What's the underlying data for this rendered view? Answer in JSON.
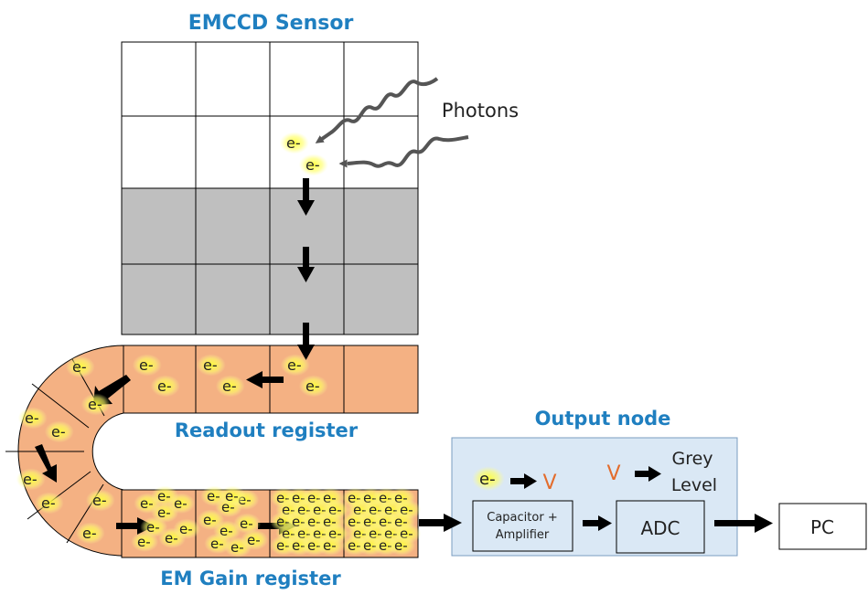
{
  "titles": {
    "sensor": "EMCCD Sensor",
    "readout": "Readout register",
    "gain": "EM Gain register",
    "output": "Output node"
  },
  "labels": {
    "photons": "Photons",
    "capacitor_line1": "Capacitor +",
    "capacitor_line2": "Amplifier",
    "adc": "ADC",
    "pc": "PC",
    "v1": "V",
    "v2": "V",
    "grey1": "Grey",
    "grey2": "Level",
    "electron": "e-"
  },
  "colors": {
    "title_blue": "#1f7fc0",
    "register_orange": "#f4b183",
    "sensor_grey": "#bfbfbf",
    "output_bg": "#dae8f5",
    "electron_glow": "#ffff66",
    "v_orange": "#e36c2c"
  }
}
